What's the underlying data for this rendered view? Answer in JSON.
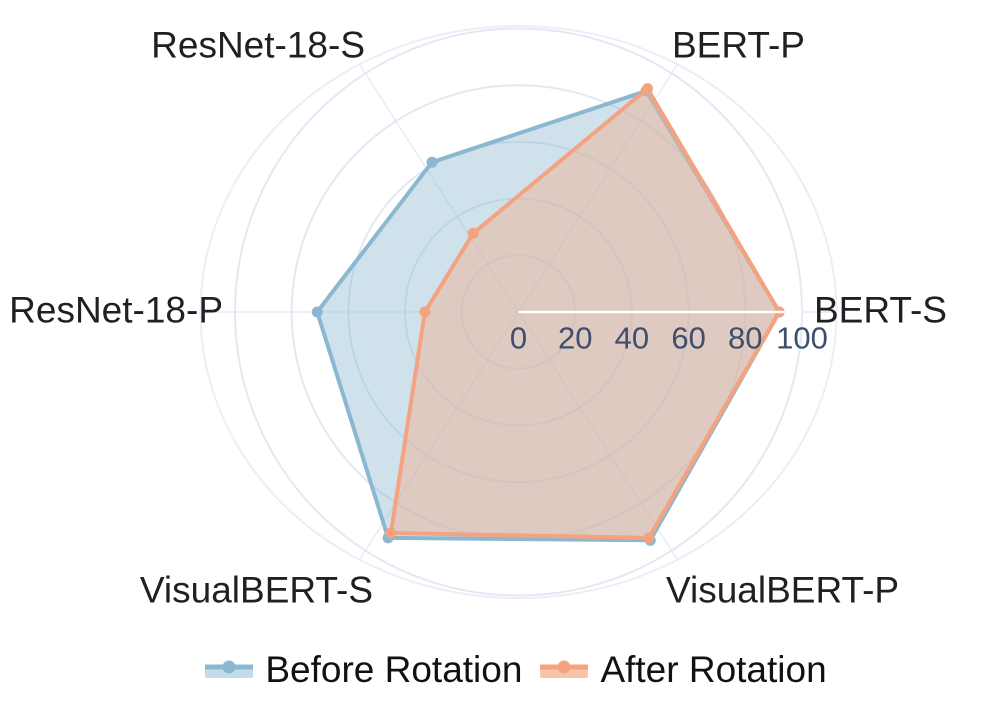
{
  "chart_data": {
    "type": "radar",
    "title": "",
    "categories": [
      "BERT-S",
      "BERT-P",
      "ResNet-18-S",
      "ResNet-18-P",
      "VisualBERT-S",
      "VisualBERT-P"
    ],
    "series": [
      {
        "name": "Before Rotation",
        "values": [
          92,
          90,
          61,
          71,
          92,
          93
        ],
        "line_color": "#8bb8d0",
        "fill_color": "rgba(139,184,210,0.41)",
        "legend_band_color": "#c3dcea"
      },
      {
        "name": "After Rotation",
        "values": [
          92,
          91,
          32,
          33,
          90,
          92
        ],
        "line_color": "#f4a27f",
        "fill_color": "rgba(239,178,150,0.50)",
        "legend_band_color": "#f8c4a8"
      }
    ],
    "radial_axis": {
      "ticks": [
        0,
        20,
        40,
        60,
        80,
        100
      ],
      "range": [
        0,
        100
      ],
      "tick_label_color": "#3e4e6c"
    },
    "grid": {
      "grid_on": true,
      "circle_color": "#e3e8f3",
      "boundary_color": "#e9eef7",
      "spoke_color": "#e8ecf6",
      "axis_line_color": "#ffffff"
    },
    "category_label_color": "#1f2023",
    "legend_position": "bottom-center",
    "start_angle_deg": 0,
    "direction": "counterclockwise"
  }
}
